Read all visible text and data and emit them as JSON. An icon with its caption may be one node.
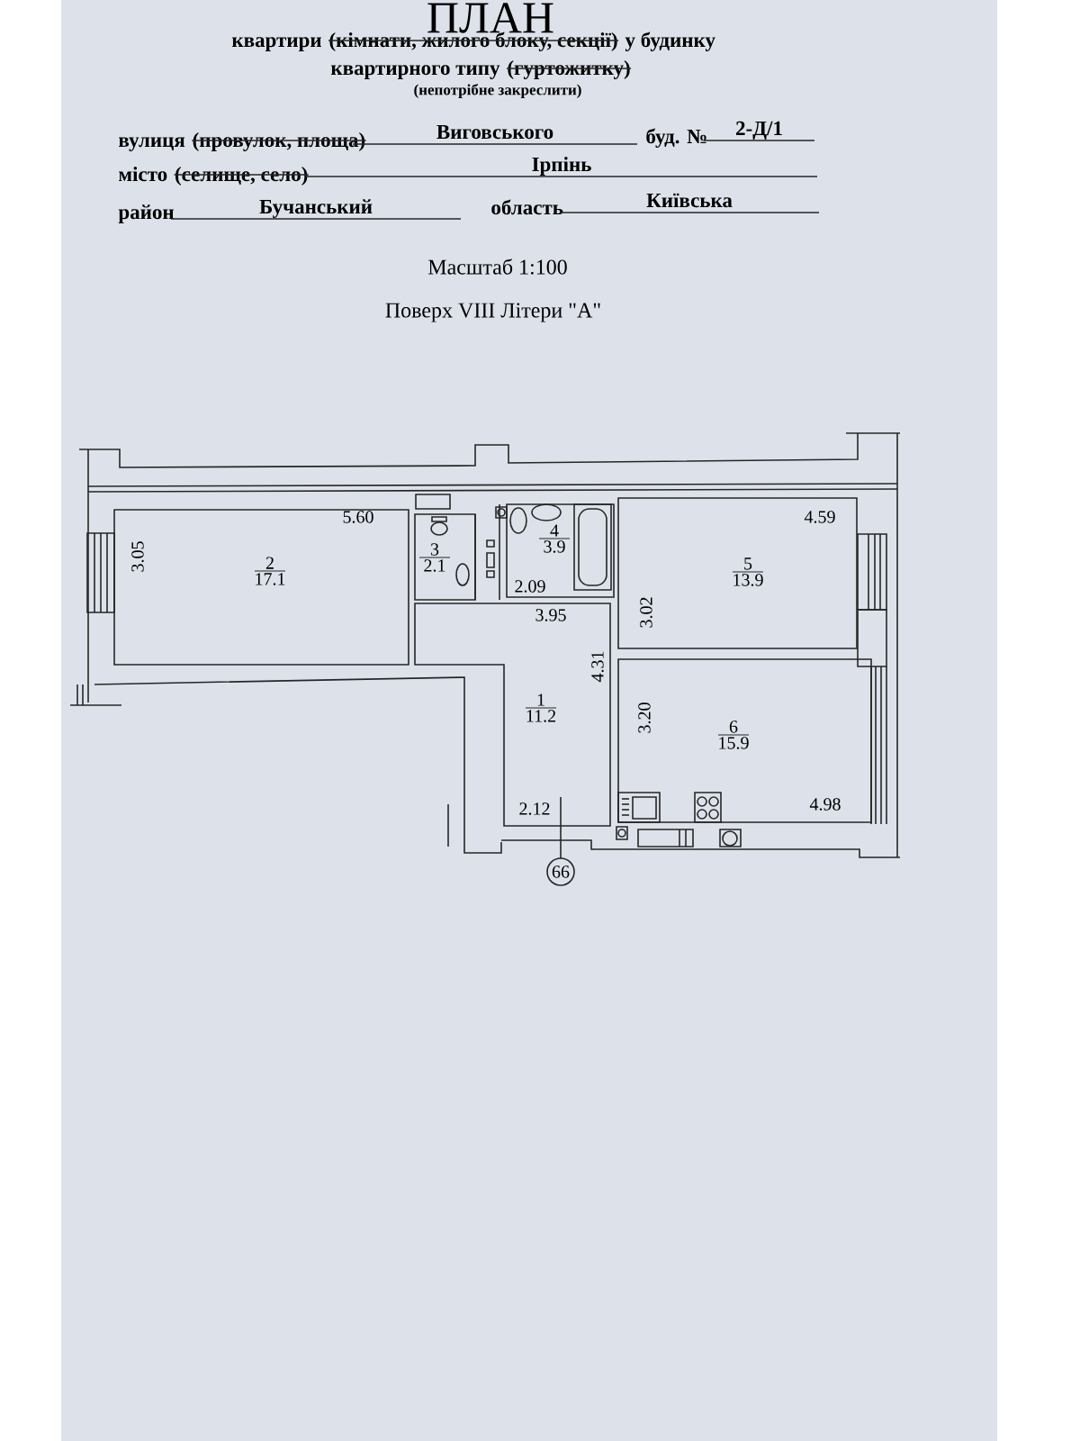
{
  "diagram": {
    "title": "ПЛАН",
    "nodes": [
      {
        "text": [
          "2",
          "17.1",
          "5.60",
          "3.05"
        ]
      },
      {
        "text": [
          "3",
          "2.1"
        ]
      },
      {
        "text": [
          "4",
          "3.9",
          "2.09"
        ]
      },
      {
        "text": [
          "5",
          "13.9",
          "4.59",
          "3.02"
        ]
      },
      {
        "text": [
          "1",
          "11.2",
          "3.95",
          "4.31",
          "2.12"
        ]
      },
      {
        "text": [
          "6",
          "15.9",
          "3.20",
          "4.98"
        ]
      },
      {
        "text": [
          "66"
        ]
      }
    ],
    "labels": [
      "квартири",
      "(кімнати, жилого блоку, секції)",
      "у будинку",
      "квартирного типу",
      "(гуртожитку)",
      "(непотрібне закреслити)",
      "вулиця",
      "(провулок, площа)",
      "Виговського",
      "буд. №",
      "2-Д/1",
      "місто",
      "(селище, село)",
      "Ірпінь",
      "район",
      "Бучанський",
      "область",
      "Київська",
      "Масштаб 1:100",
      "Поверх VIII Літери \"A\""
    ]
  }
}
